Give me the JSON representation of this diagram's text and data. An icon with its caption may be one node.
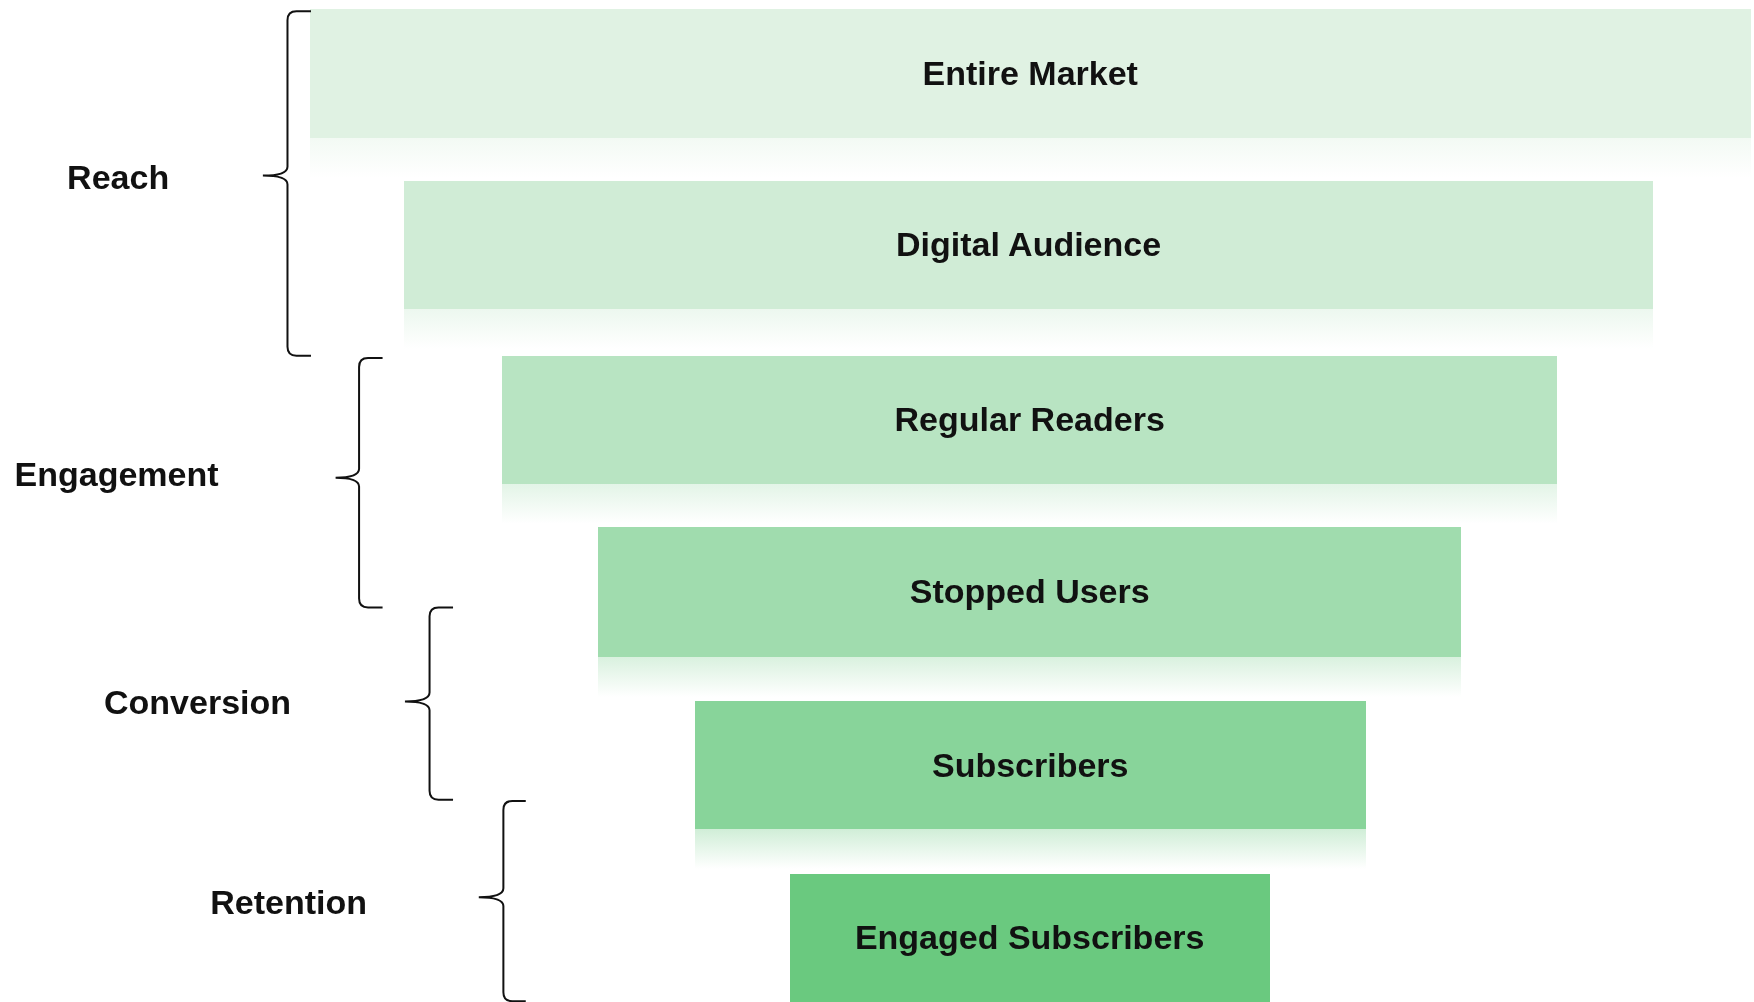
{
  "diagram": {
    "nodes": [
      {
        "text": [
          "Entire Market"
        ]
      },
      {
        "text": [
          "Digital Audience"
        ]
      },
      {
        "text": [
          "Regular Readers"
        ]
      },
      {
        "text": [
          "Stopped Users"
        ]
      },
      {
        "text": [
          "Subscribers"
        ]
      },
      {
        "text": [
          "Engaged Subscribers"
        ]
      }
    ],
    "labels": [
      "Reach",
      "Engagement",
      "Conversion",
      "Retention"
    ]
  }
}
